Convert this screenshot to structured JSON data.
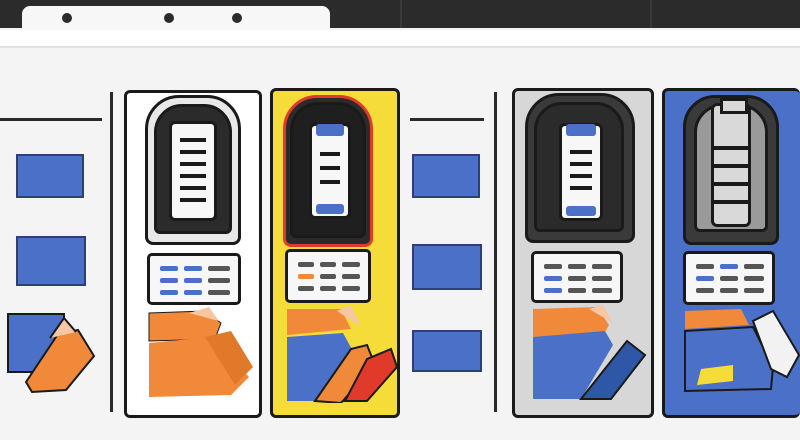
{
  "colors": {
    "accent_blue": "#4a70c8",
    "accent_orange": "#f08a3a",
    "accent_yellow": "#f6dc38",
    "accent_red": "#e03a2a",
    "dark": "#1a1a1a",
    "panel": "#f4f4f4"
  },
  "icons": [
    "battery-icon",
    "keypad-icon",
    "hand-icon",
    "card-icon"
  ],
  "kiosks": [
    {
      "variant": "white",
      "fill": "#ffffff"
    },
    {
      "variant": "yellow",
      "fill": "#f6dc38"
    },
    {
      "variant": "grey",
      "fill": "#d7d7d7"
    },
    {
      "variant": "blue",
      "fill": "#4a70c8"
    }
  ]
}
